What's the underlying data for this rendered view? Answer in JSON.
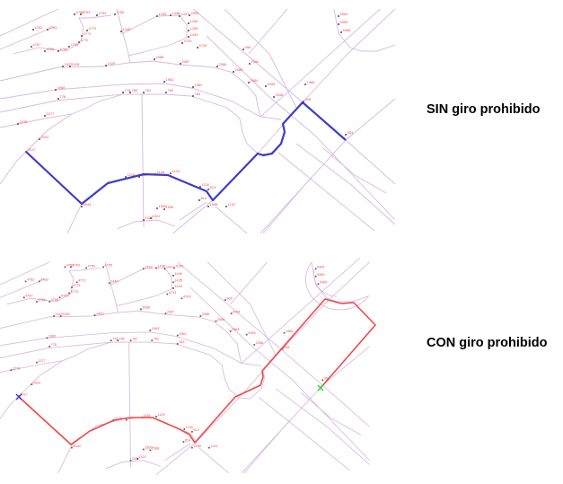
{
  "captions": {
    "without": "SIN giro prohibido",
    "with": "CON giro prohibido"
  },
  "colors": {
    "road": "#d9b8e0",
    "node": "#555566",
    "node_label": "#ff4444",
    "route_without": "#3c3ccc",
    "route_with": "#f04848",
    "origin_marker": "#3333dd",
    "destination_marker": "#33cc33"
  },
  "node_labels": [
    "2017",
    "8044",
    "1128",
    "1129",
    "1130",
    "2427",
    "1428",
    "1429",
    "2086",
    "2085",
    "2084",
    "1963",
    "1962",
    "779",
    "780",
    "781",
    "782",
    "783",
    "1965",
    "778",
    "2277",
    "2276",
    "2056",
    "2055",
    "2054",
    "906",
    "908",
    "954",
    "1966",
    "5364",
    "5365",
    "5366",
    "2087",
    "2088",
    "1440",
    "1439",
    "1438",
    "1437",
    "2053",
    "1436",
    "1435",
    "1434",
    "4733",
    "4743",
    "4752",
    "4753",
    "4754",
    "4755",
    "4762",
    "4763",
    "4772",
    "4771",
    "4770",
    "4769",
    "4768",
    "4766",
    "4767",
    "1132",
    "813",
    "814",
    "1998",
    "2024",
    "1126",
    "1127",
    "1522",
    "1521",
    "1509",
    "1508"
  ]
}
